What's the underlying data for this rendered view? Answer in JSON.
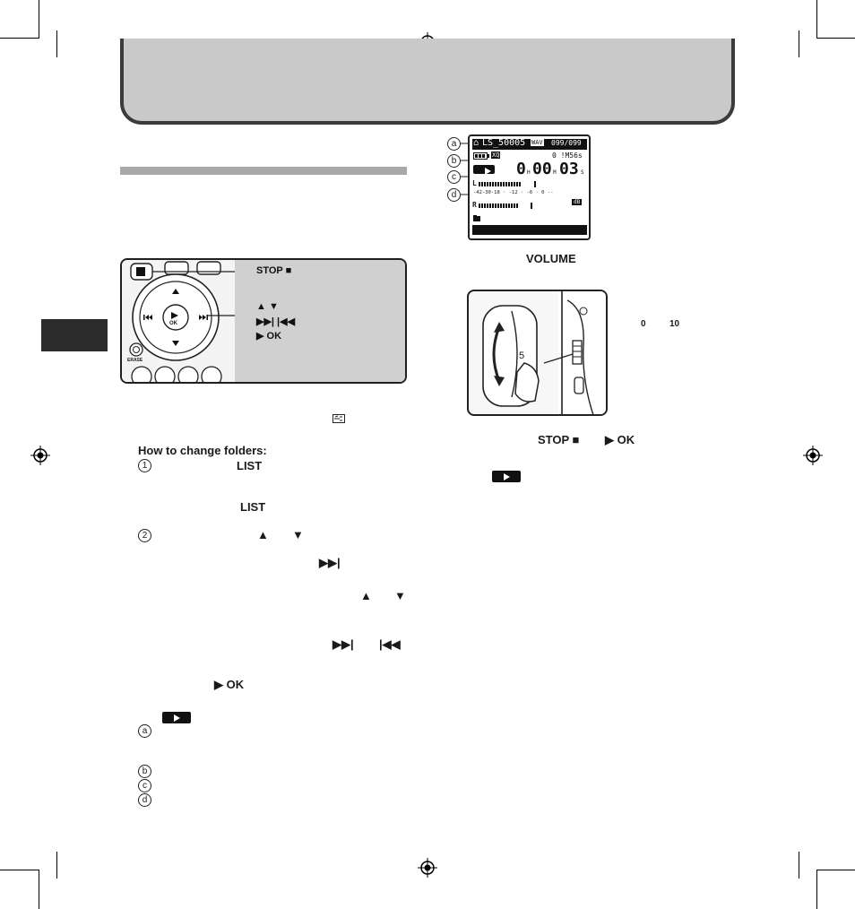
{
  "page": {
    "panel_labels": {
      "stop": "STOP ■",
      "up_down": "▲ ▼",
      "skip": "▶▶| |◀◀",
      "ok": "▶ OK"
    },
    "device_labels": {
      "ok_center": "OK",
      "erase": "ERASE"
    },
    "volume_label": "VOLUME",
    "volume_range": {
      "min": "0",
      "max": "10"
    },
    "dial_mark": "5",
    "stop_ok_line": {
      "stop": "STOP ■",
      "ok": "▶ OK"
    },
    "reference_icon": "reference-hand-icon",
    "folders": {
      "heading": "How to change folders:",
      "step1_marker": "1",
      "step1_key": "LIST",
      "step1_key2": "LIST",
      "step2_marker": "2",
      "up": "▲",
      "down": "▼",
      "ff": "▶▶|",
      "up2": "▲",
      "down2": "▼",
      "ff2": "▶▶|",
      "rew": "|◀◀",
      "ok": "▶ OK"
    },
    "legend": [
      "a",
      "b",
      "c",
      "d"
    ],
    "lcd": {
      "lock": "⌂",
      "filename": "LS_50005",
      "format": "WAV",
      "counter": "099/099",
      "battery": "battery-icon",
      "mode": "XQ",
      "remaining": "0 !M56s",
      "hour": "0",
      "hour_unit": "H",
      "minute": "00",
      "minute_unit": "M",
      "second": "03",
      "second_unit": "S",
      "channel_l": "L",
      "channel_r": "R",
      "scale": "-42-30-18 · -12 · -6 · 0 --",
      "db": "dB"
    },
    "callouts": [
      "a",
      "b",
      "c",
      "d"
    ],
    "colors": {
      "panel_grey": "#d0d0d0",
      "band_grey": "#c9c9c9",
      "ink": "#111111"
    }
  }
}
